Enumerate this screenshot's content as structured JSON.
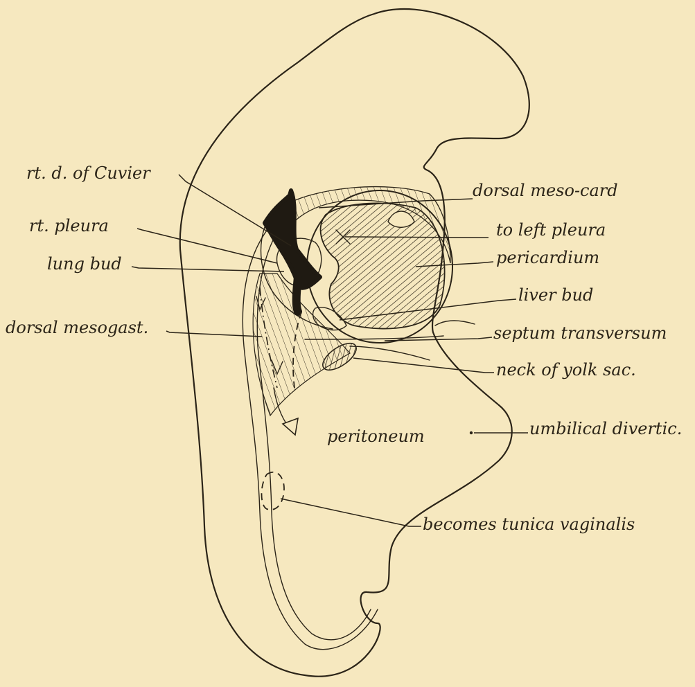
{
  "colors": {
    "paper": "#f6e8bf",
    "ink": "#2b2418",
    "vein": "#1f1a12"
  },
  "labels": {
    "cuvier": "rt. d. of Cuvier",
    "rt_pleura": "rt. pleura",
    "lung_bud": "lung bud",
    "dorsal_mesogast": "dorsal mesogast.",
    "dorsal_meso_card": "dorsal meso-card",
    "to_left_pleura": "to left pleura",
    "pericardium": "pericardium",
    "liver_bud": "liver bud",
    "septum_transversum": "septum transversum",
    "neck_of_yolk_sac": "neck of yolk sac.",
    "peritoneum": "peritoneum",
    "umbilical_divertic": "umbilical divertic.",
    "tunica_vaginalis": "becomes tunica vaginalis"
  }
}
